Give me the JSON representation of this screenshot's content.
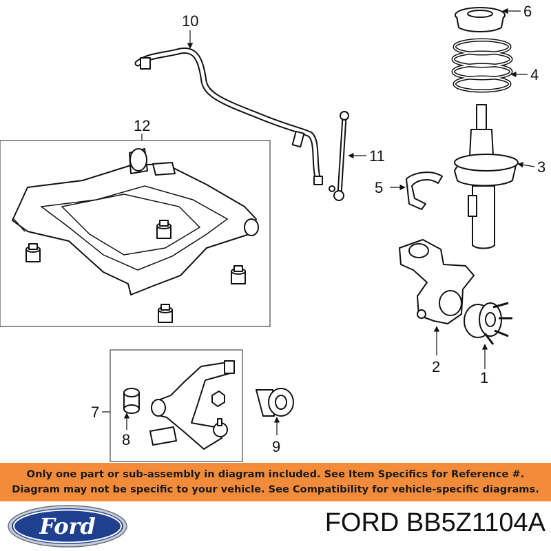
{
  "diagram": {
    "callouts": [
      {
        "id": "1",
        "label": "1"
      },
      {
        "id": "2",
        "label": "2"
      },
      {
        "id": "3",
        "label": "3"
      },
      {
        "id": "4",
        "label": "4"
      },
      {
        "id": "5",
        "label": "5"
      },
      {
        "id": "6",
        "label": "6"
      },
      {
        "id": "7",
        "label": "7"
      },
      {
        "id": "8",
        "label": "8"
      },
      {
        "id": "9",
        "label": "9"
      },
      {
        "id": "10",
        "label": "10"
      },
      {
        "id": "11",
        "label": "11"
      },
      {
        "id": "12",
        "label": "12"
      }
    ]
  },
  "banner": {
    "line1": "Only one part or sub-assembly in diagram included. See Item Specifics for Reference #.",
    "line2": "Diagram may not be specific to your vehicle. See Compatibility for vehicle-specific diagrams.",
    "background_color": "#f28c3a"
  },
  "footer": {
    "logo_text": "Ford",
    "logo_color": "#1f3f8f",
    "part_number": "FORD BB5Z1104A"
  }
}
